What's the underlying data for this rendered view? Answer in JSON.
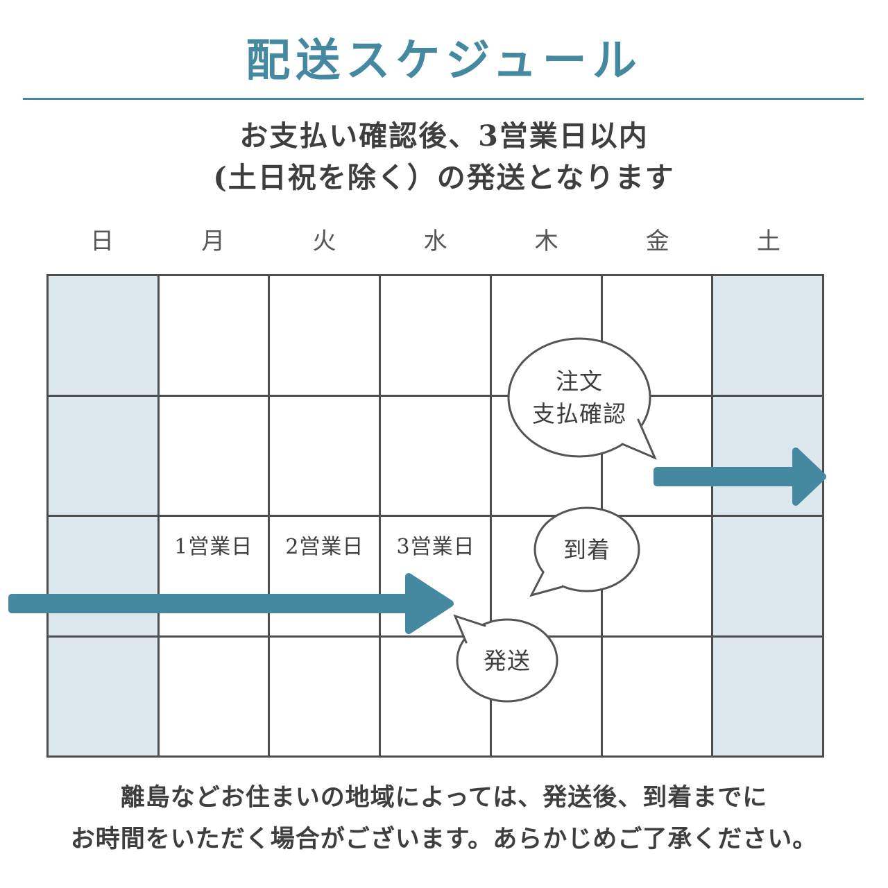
{
  "colors": {
    "accent": "#4589a1",
    "weekend_fill": "#dce8ee",
    "grid_line": "#4d4d4d",
    "bubble_border": "#545454",
    "text_dark": "#3e3e3e",
    "day_header": "#555555"
  },
  "title": "配送スケジュール",
  "subtitle": {
    "line1": "お支払い確認後、3営業日以内",
    "line2": "(土日祝を除く）の発送となります"
  },
  "calendar": {
    "day_headers": [
      "日",
      "月",
      "火",
      "水",
      "木",
      "金",
      "土"
    ],
    "weekend_columns": [
      0,
      6
    ],
    "rows": 4,
    "columns": 7,
    "business_day_labels": [
      {
        "text": "1営業日",
        "column": 1
      },
      {
        "text": "2営業日",
        "column": 2
      },
      {
        "text": "3営業日",
        "column": 3
      }
    ]
  },
  "bubbles": [
    {
      "id": "order",
      "lines": [
        "注文",
        "支払確認"
      ]
    },
    {
      "id": "arrival",
      "lines": [
        "到着"
      ]
    },
    {
      "id": "shipping",
      "lines": [
        "発送"
      ]
    }
  ],
  "footer": {
    "line1": "離島などお住まいの地域によっては、発送後、到着までに",
    "line2": "お時間をいただく場合がございます。あらかじめご了承ください。"
  }
}
